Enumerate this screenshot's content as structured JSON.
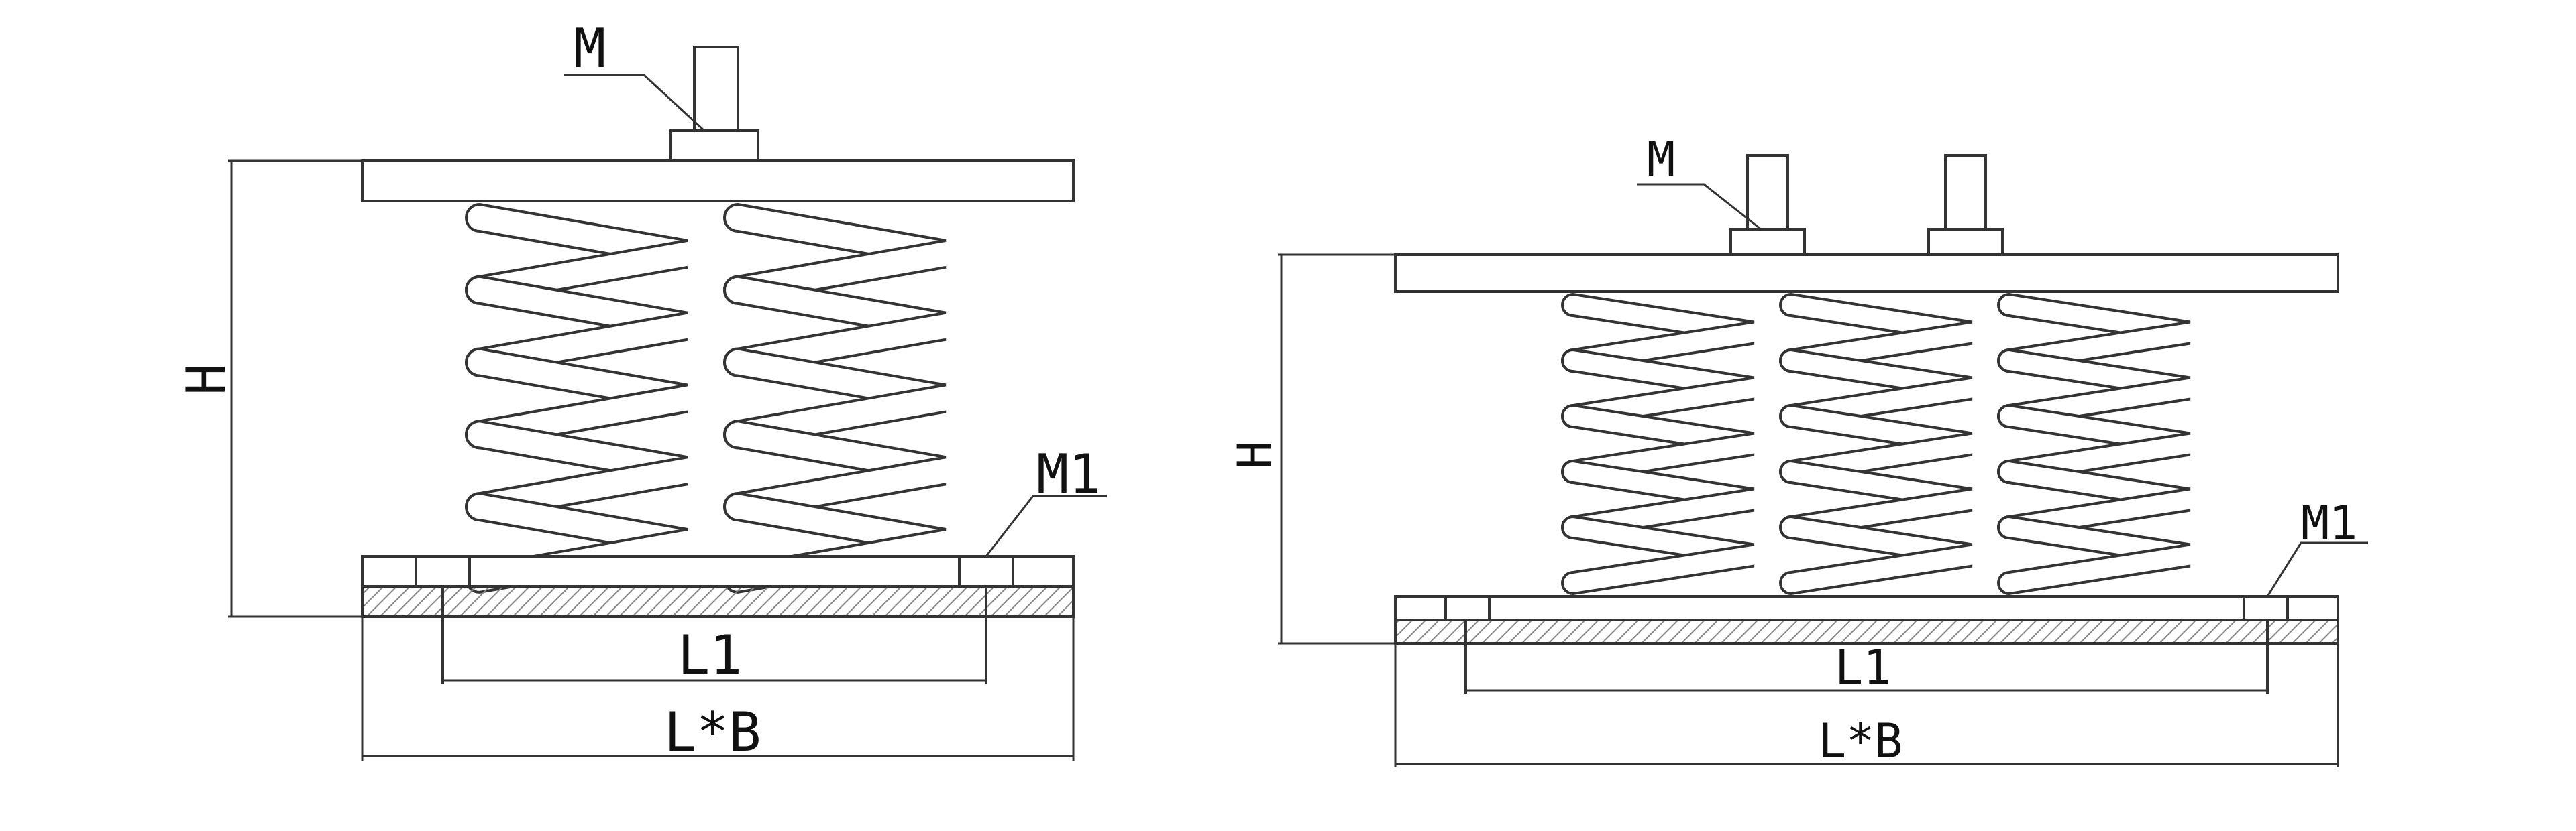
{
  "diagram": {
    "title": "",
    "labels": {
      "stud_thread": "M",
      "base_bolt": "M1",
      "height": "H",
      "bolt_spacing": "L1",
      "base_size": "L*B"
    },
    "views": [
      {
        "name": "two-spring isolator",
        "spring_count": 2,
        "stud_count": 1
      },
      {
        "name": "three-spring isolator",
        "spring_count": 3,
        "stud_count": 2
      }
    ],
    "colors": {
      "line": "#333333",
      "hatch": "#888888",
      "background": "#ffffff"
    }
  }
}
